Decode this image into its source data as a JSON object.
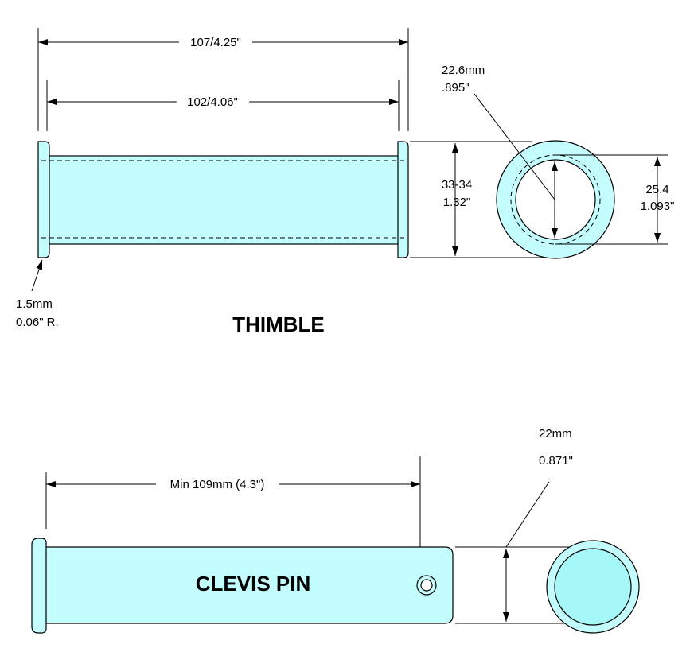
{
  "colors": {
    "fill": "#c4fdfd",
    "inner_fill": "#a6f7f7",
    "line": "#000000",
    "background": "#ffffff"
  },
  "thimble": {
    "title": "THIMBLE",
    "overall_length": "107/4.25\"",
    "body_length": "102/4.06\"",
    "outer_diameter": [
      "33-34",
      "1.32\""
    ],
    "inner_diameter": [
      "22.6mm",
      ".895\""
    ],
    "mid_diameter": [
      "25.4",
      "1.093\""
    ],
    "radius": [
      "1.5mm",
      "0.06\" R."
    ]
  },
  "clevis_pin": {
    "title": "CLEVIS PIN",
    "min_length": "Min 109mm (4.3\")",
    "diameter": [
      "22mm",
      "0.871\""
    ]
  }
}
